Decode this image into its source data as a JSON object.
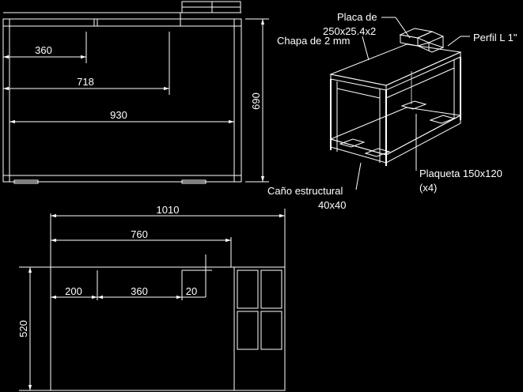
{
  "front_view": {
    "dims": {
      "d360": "360",
      "d718": "718",
      "d930": "930",
      "d690": "690"
    }
  },
  "plan_view": {
    "dims": {
      "d1010": "1010",
      "d760": "760",
      "d200": "200",
      "d360": "360",
      "d20": "20",
      "d520": "520"
    }
  },
  "iso_view": {
    "labels": {
      "placa_l1": "Placa de",
      "placa_l2": "250x25.4x2",
      "chapa": "Chapa de 2 mm",
      "perfil": "Perfil L 1\"",
      "plaqueta_l1": "Plaqueta 150x120",
      "plaqueta_l2": "(x4)",
      "cano_l1": "Caño estructural",
      "cano_l2": "40x40"
    }
  }
}
